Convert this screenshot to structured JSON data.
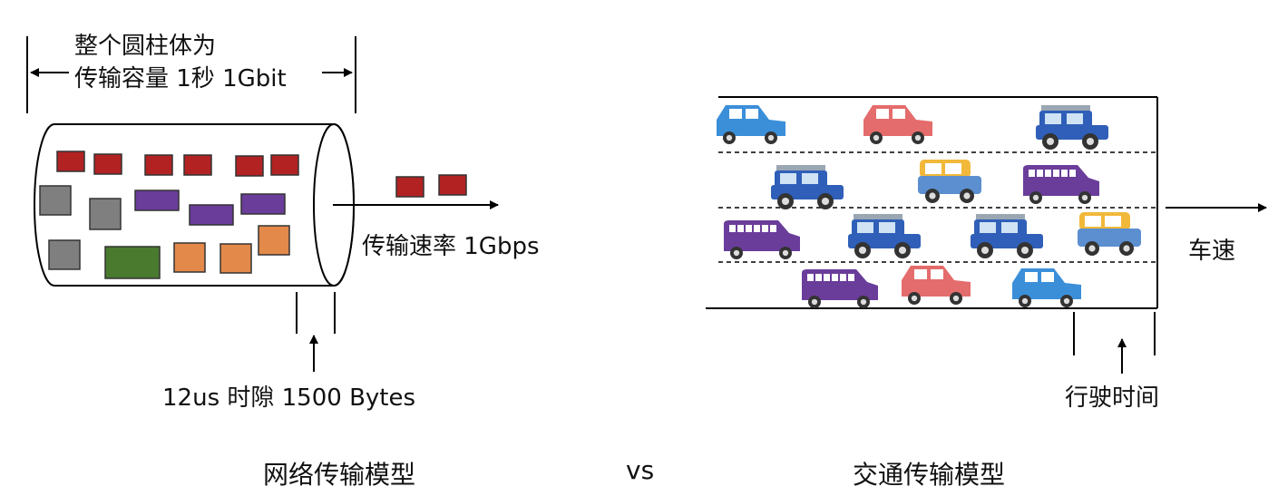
{
  "network": {
    "capacity_line1": "整个圆柱体为",
    "capacity_line2": "传输容量 1秒 1Gbit",
    "rate_label": "传输速率 1Gbps",
    "slot_label": "12us 时隙 1500 Bytes",
    "caption": "网络传输模型"
  },
  "vs_label": "vs",
  "traffic": {
    "speed_label": "车速",
    "time_label": "行驶时间",
    "caption": "交通传输模型"
  },
  "colors": {
    "red_packet": "#b22222",
    "gray_packet": "#7f7f7f",
    "purple_packet": "#6a3d9a",
    "green_packet": "#4a7a2e",
    "orange_packet": "#e3894a",
    "car_blue": "#3b8fd9",
    "car_pink": "#e46c6c",
    "jeep_blue": "#2f5fb8",
    "van_yellow": "#f1b83a",
    "bus_purple": "#6a3d9a"
  },
  "icons": [
    "arrow-left-icon",
    "arrow-right-icon",
    "arrow-up-icon",
    "car-icon",
    "jeep-icon",
    "van-icon",
    "bus-icon"
  ]
}
